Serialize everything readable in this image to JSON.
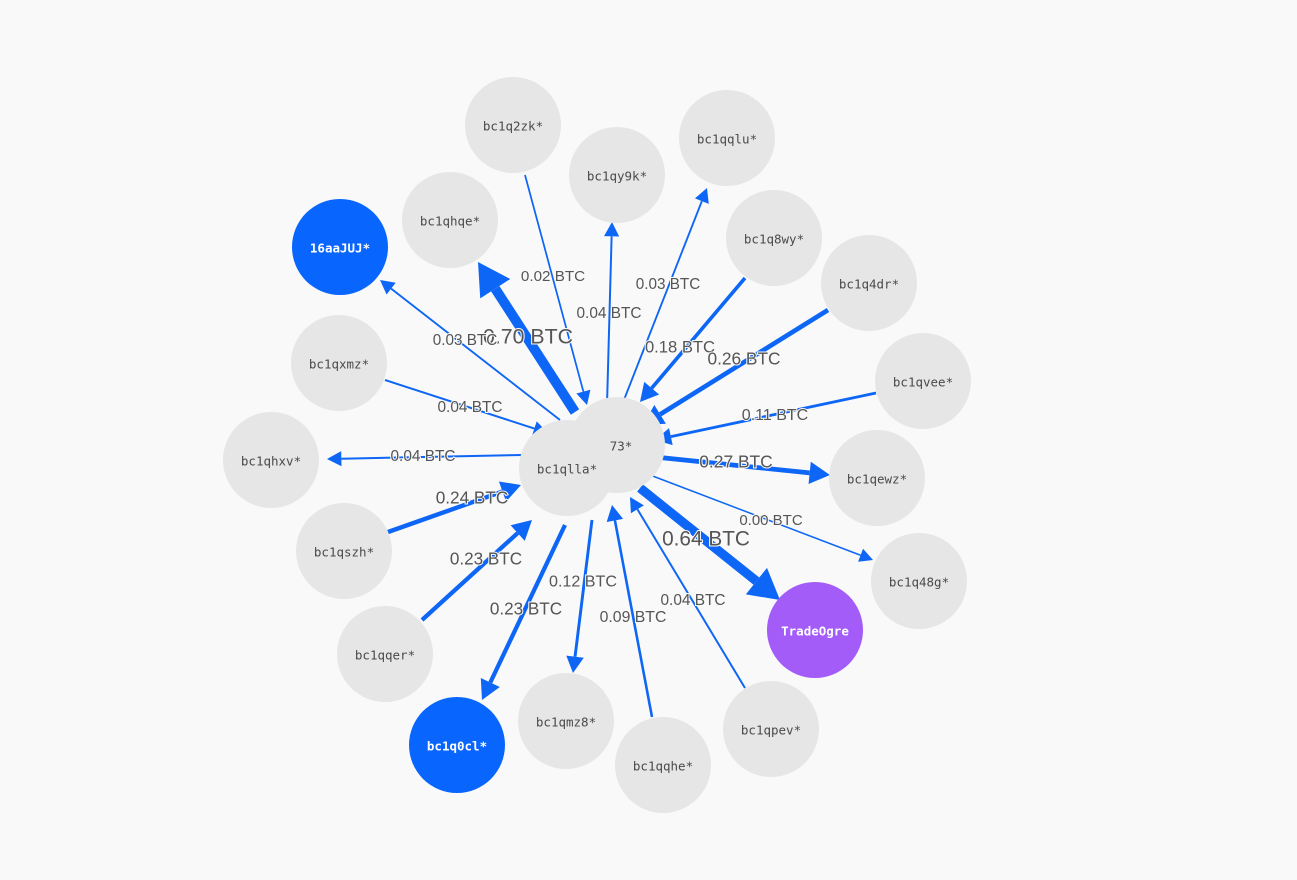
{
  "colors": {
    "background": "#f9f9f9",
    "node": "#e6e6e6",
    "node_text": "#4a4a4a",
    "edge": "#0d66f5",
    "highlight": "#0866ff",
    "exchange": "#a35cf8"
  },
  "nodes": [
    {
      "id": "center",
      "label": "bc1qlla*",
      "type": "default"
    },
    {
      "id": "center2",
      "label": "73*",
      "type": "default"
    },
    {
      "id": "n2zk",
      "label": "bc1q2zk*",
      "type": "default"
    },
    {
      "id": "ny9k",
      "label": "bc1qy9k*",
      "type": "default"
    },
    {
      "id": "nqlu",
      "label": "bc1qqlu*",
      "type": "default"
    },
    {
      "id": "nhqe",
      "label": "bc1qhqe*",
      "type": "default"
    },
    {
      "id": "n16aa",
      "label": "16aaJUJ*",
      "type": "highlight"
    },
    {
      "id": "n8wy",
      "label": "bc1q8wy*",
      "type": "default"
    },
    {
      "id": "n4dr",
      "label": "bc1q4dr*",
      "type": "default"
    },
    {
      "id": "nxmz",
      "label": "bc1qxmz*",
      "type": "default"
    },
    {
      "id": "nvee",
      "label": "bc1qvee*",
      "type": "default"
    },
    {
      "id": "nhxv",
      "label": "bc1qhxv*",
      "type": "default"
    },
    {
      "id": "newz",
      "label": "bc1qewz*",
      "type": "default"
    },
    {
      "id": "nszh",
      "label": "bc1qszh*",
      "type": "default"
    },
    {
      "id": "n48g",
      "label": "bc1q48g*",
      "type": "default"
    },
    {
      "id": "nqer",
      "label": "bc1qqer*",
      "type": "default"
    },
    {
      "id": "ntrade",
      "label": "TradeOgre",
      "type": "exchange"
    },
    {
      "id": "n0cl",
      "label": "bc1q0cl*",
      "type": "highlight"
    },
    {
      "id": "nmz8",
      "label": "bc1qmz8*",
      "type": "default"
    },
    {
      "id": "nqhe",
      "label": "bc1qqhe*",
      "type": "default"
    },
    {
      "id": "npev",
      "label": "bc1qpev*",
      "type": "default"
    }
  ],
  "edges": [
    {
      "from": "n2zk",
      "to": "center",
      "value": 0.02,
      "label": "0.02 BTC"
    },
    {
      "from": "center",
      "to": "ny9k",
      "value": 0.04,
      "label": "0.04 BTC"
    },
    {
      "from": "center",
      "to": "nqlu",
      "value": 0.03,
      "label": "0.03 BTC"
    },
    {
      "from": "center",
      "to": "nhqe",
      "value": 0.7,
      "label": "0.70 BTC"
    },
    {
      "from": "center",
      "to": "n16aa",
      "value": 0.03,
      "label": "0.03 BTC"
    },
    {
      "from": "n8wy",
      "to": "center",
      "value": 0.18,
      "label": "0.18 BTC"
    },
    {
      "from": "n4dr",
      "to": "center",
      "value": 0.26,
      "label": "0.26 BTC"
    },
    {
      "from": "nxmz",
      "to": "center",
      "value": 0.04,
      "label": "0.04 BTC"
    },
    {
      "from": "nvee",
      "to": "center",
      "value": 0.11,
      "label": "0.11 BTC"
    },
    {
      "from": "center",
      "to": "nhxv",
      "value": 0.04,
      "label": "0.04 BTC"
    },
    {
      "from": "center",
      "to": "newz",
      "value": 0.27,
      "label": "0.27 BTC"
    },
    {
      "from": "nszh",
      "to": "center",
      "value": 0.24,
      "label": "0.24 BTC"
    },
    {
      "from": "center",
      "to": "n48g",
      "value": 0.0,
      "label": "0.00 BTC"
    },
    {
      "from": "nqer",
      "to": "center",
      "value": 0.23,
      "label": "0.23 BTC"
    },
    {
      "from": "center",
      "to": "ntrade",
      "value": 0.64,
      "label": "0.64 BTC"
    },
    {
      "from": "center",
      "to": "n0cl",
      "value": 0.23,
      "label": "0.23 BTC"
    },
    {
      "from": "center",
      "to": "nmz8",
      "value": 0.12,
      "label": "0.12 BTC"
    },
    {
      "from": "nqhe",
      "to": "center",
      "value": 0.09,
      "label": "0.09 BTC"
    },
    {
      "from": "npev",
      "to": "center",
      "value": 0.04,
      "label": "0.04 BTC"
    }
  ]
}
